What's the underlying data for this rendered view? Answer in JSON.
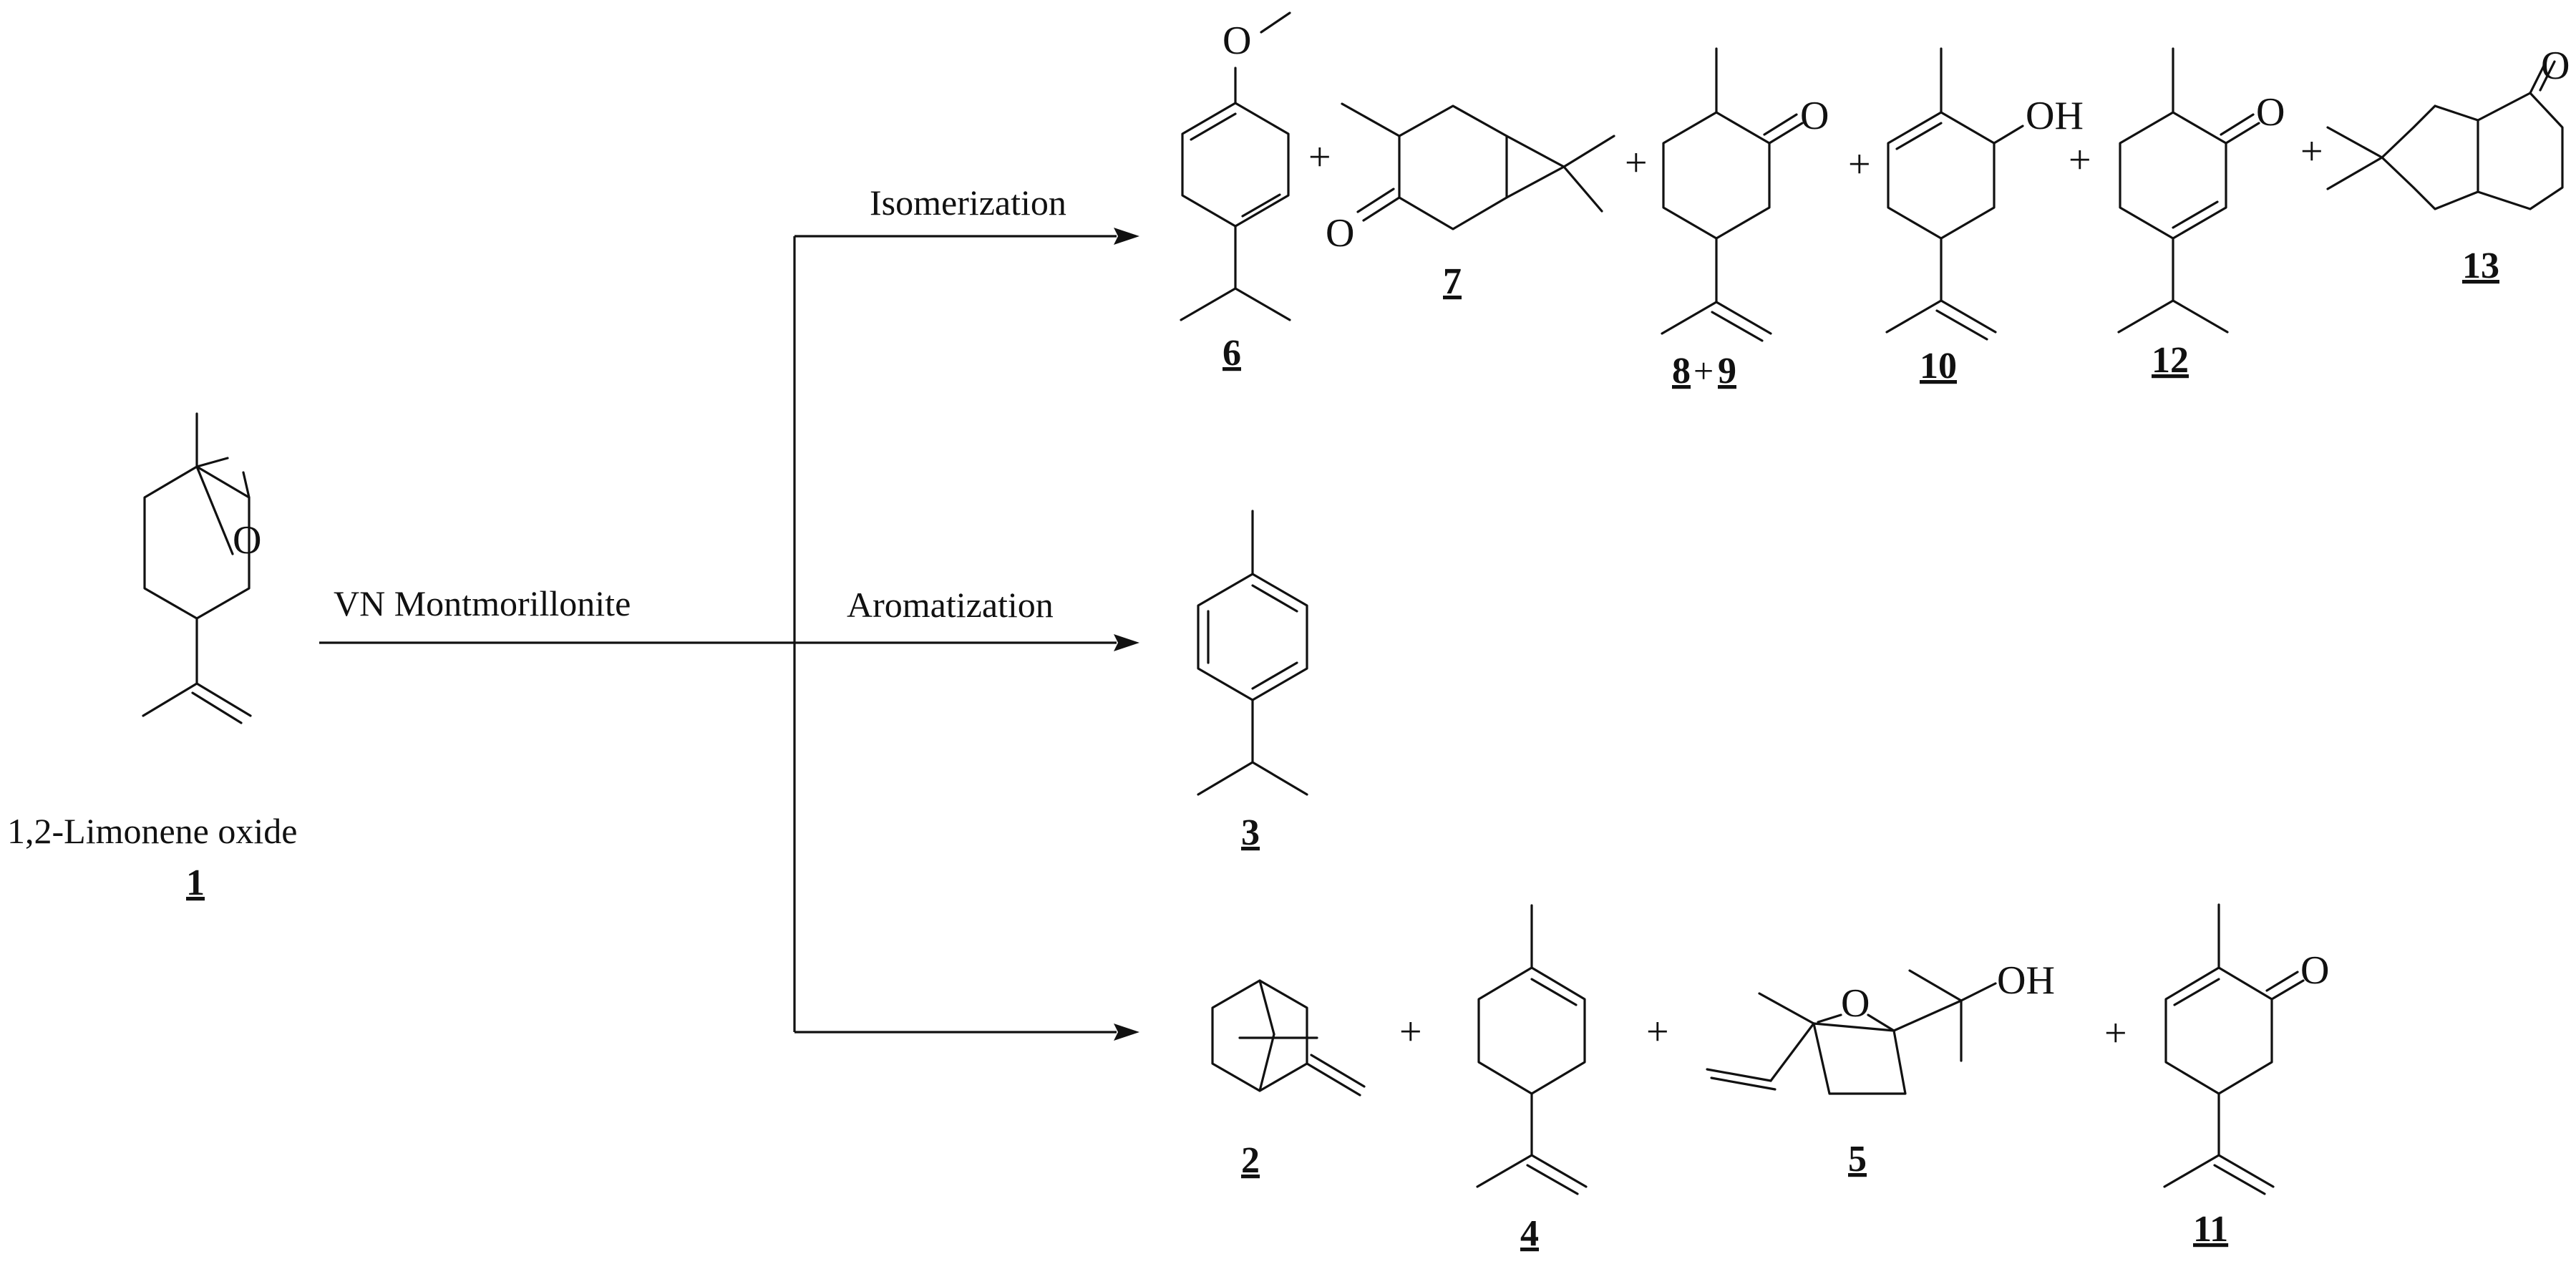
{
  "reactant": {
    "name": "1,2-Limonene oxide",
    "number": "1",
    "atom_o": "O"
  },
  "reagent": "VN Montmorillonite",
  "pathways": {
    "isomerization": "Isomerization",
    "aromatization": "Aromatization"
  },
  "atoms": {
    "o": "O",
    "oh": "OH"
  },
  "plus": "+",
  "products": {
    "c6": "6",
    "c7": "7",
    "c8": "8",
    "c9": "9",
    "c10": "10",
    "c12": "12",
    "c13": "13",
    "c3": "3",
    "c2": "2",
    "c4": "4",
    "c5": "5",
    "c11": "11"
  }
}
